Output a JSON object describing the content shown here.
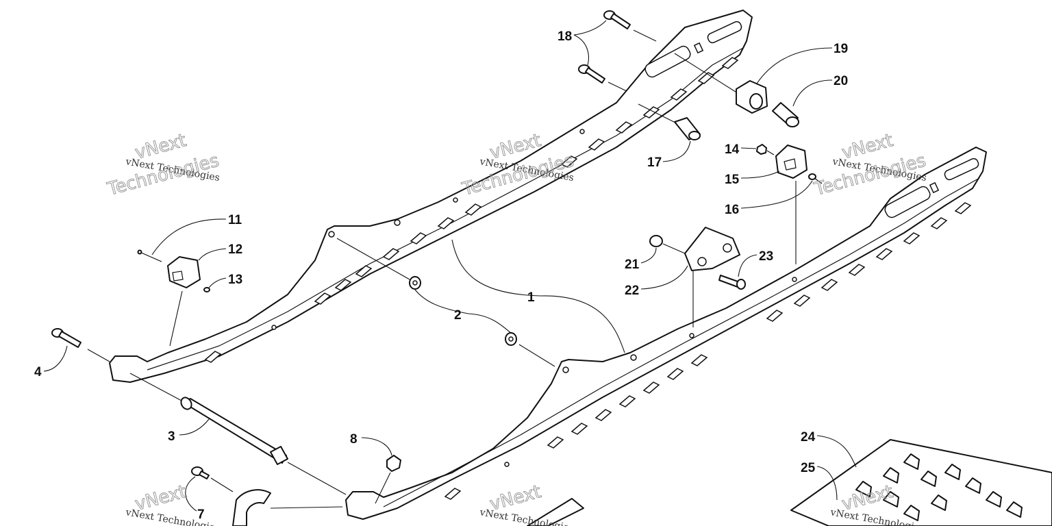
{
  "callouts": [
    {
      "id": "1",
      "label": "1"
    },
    {
      "id": "2",
      "label": "2"
    },
    {
      "id": "3",
      "label": "3"
    },
    {
      "id": "4",
      "label": "4"
    },
    {
      "id": "7",
      "label": "7"
    },
    {
      "id": "8",
      "label": "8"
    },
    {
      "id": "11",
      "label": "11"
    },
    {
      "id": "12",
      "label": "12"
    },
    {
      "id": "13",
      "label": "13"
    },
    {
      "id": "14",
      "label": "14"
    },
    {
      "id": "15",
      "label": "15"
    },
    {
      "id": "16",
      "label": "16"
    },
    {
      "id": "17",
      "label": "17"
    },
    {
      "id": "18",
      "label": "18"
    },
    {
      "id": "19",
      "label": "19"
    },
    {
      "id": "20",
      "label": "20"
    },
    {
      "id": "21",
      "label": "21"
    },
    {
      "id": "22",
      "label": "22"
    },
    {
      "id": "23",
      "label": "23"
    },
    {
      "id": "24",
      "label": "24"
    },
    {
      "id": "25",
      "label": "25"
    }
  ],
  "watermark": {
    "line1": "vNext Technologies",
    "big1": "vNext",
    "big2": "Technologies"
  },
  "colors": {
    "line": "#111111",
    "background": "#ffffff",
    "watermark_outline": "#9a9a9a"
  }
}
